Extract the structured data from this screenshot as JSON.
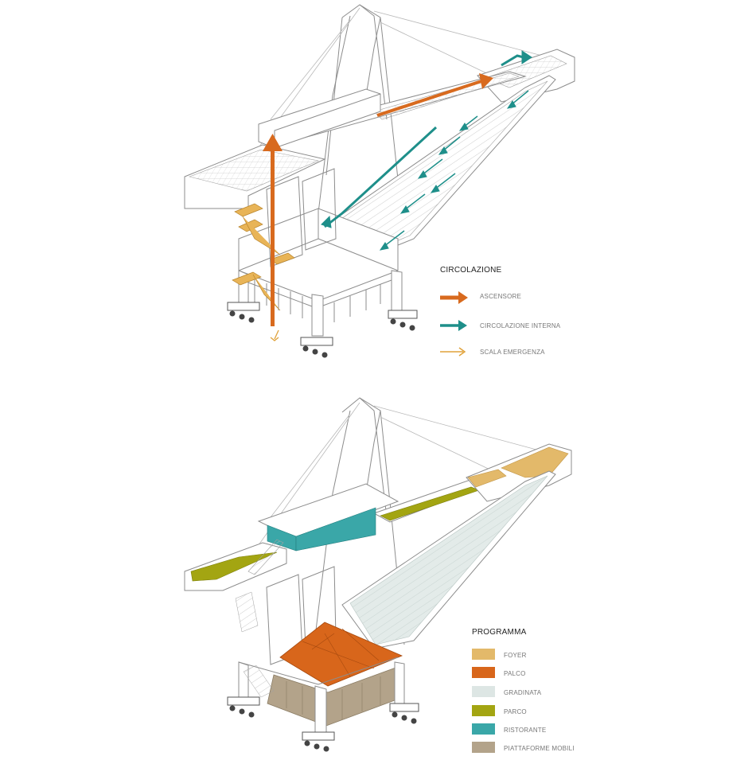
{
  "circulation_legend": {
    "title": "CIRCOLAZIONE",
    "items": [
      {
        "label": "ASCENSORE",
        "color": "#d86a1e",
        "icon": "arrow-thick"
      },
      {
        "label": "CIRCOLAZIONE INTERNA",
        "color": "#1e8f8a",
        "icon": "arrow-medium"
      },
      {
        "label": "SCALA EMERGENZA",
        "color": "#e0a23a",
        "icon": "arrow-thin"
      }
    ]
  },
  "program_legend": {
    "title": "PROGRAMMA",
    "items": [
      {
        "label": "FOYER",
        "color": "#e3b96a"
      },
      {
        "label": "PALCO",
        "color": "#d8661b"
      },
      {
        "label": "GRADINATA",
        "color": "#dde6e4"
      },
      {
        "label": "PARCO",
        "color": "#a3a512"
      },
      {
        "label": "RISTORANTE",
        "color": "#3aa7a8"
      },
      {
        "label": "PIATTAFORME MOBILI",
        "color": "#b3a38a"
      }
    ]
  }
}
